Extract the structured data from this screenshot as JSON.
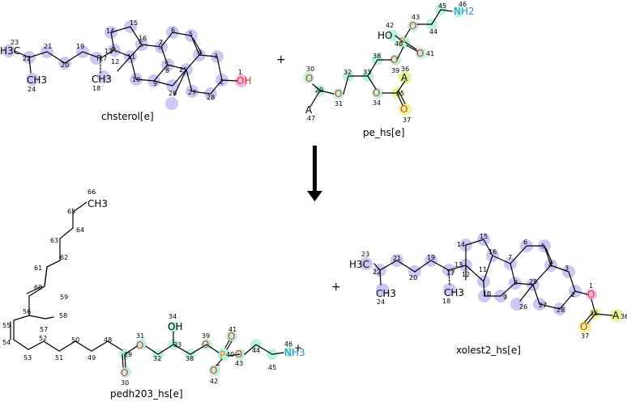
{
  "reaction": {
    "plus_sign": "+",
    "reactants": [
      {
        "id": "chsterol[e]",
        "name": "chsterol[e]",
        "labels": {
          "h3c": "H3C",
          "ch3_24": "CH3",
          "ch3_18": "CH3",
          "oh": "OH",
          "s16": "S",
          "s7": "S",
          "s8": "S",
          "r13": "R",
          "r17": "R"
        },
        "atom_numbers": [
          "1",
          "2",
          "3",
          "4",
          "5",
          "6",
          "7",
          "8",
          "9",
          "10",
          "11",
          "12",
          "13",
          "14",
          "15",
          "16",
          "17",
          "18",
          "19",
          "20",
          "21",
          "22",
          "23",
          "24",
          "25",
          "26",
          "27",
          "28"
        ]
      },
      {
        "id": "pe_hs[e]",
        "name": "pe_hs[e]",
        "labels": {
          "ho": "HO",
          "nh2": "NH2",
          "p": "P",
          "o": "O",
          "a36": "A",
          "a47": "A"
        },
        "atom_numbers": [
          "29",
          "30",
          "31",
          "32",
          "33",
          "34",
          "35",
          "36",
          "37",
          "38",
          "39",
          "40",
          "41",
          "42",
          "43",
          "44",
          "45",
          "46",
          "47"
        ]
      }
    ],
    "products": [
      {
        "id": "pedh203_hs[e]",
        "name": "pedh203_hs[e]",
        "labels": {
          "ch3_66": "CH3",
          "oh": "OH",
          "nh3": "NH3",
          "plus": "+",
          "p": "P",
          "minus": "-",
          "o": "O"
        },
        "atom_numbers": [
          "29",
          "30",
          "31",
          "32",
          "33",
          "34",
          "38",
          "39",
          "40",
          "41",
          "42",
          "43",
          "44",
          "45",
          "46",
          "48",
          "49",
          "50",
          "51",
          "52",
          "53",
          "54",
          "55",
          "56",
          "57",
          "58",
          "59",
          "60",
          "61",
          "62",
          "63",
          "64",
          "65",
          "66"
        ]
      },
      {
        "id": "xolest2_hs[e]",
        "name": "xolest2_hs[e]",
        "labels": {
          "h3c": "H3C",
          "ch3_24": "CH3",
          "ch3_18": "CH3",
          "o": "O",
          "a36": "A"
        },
        "atom_numbers": [
          "1",
          "2",
          "3",
          "4",
          "5",
          "6",
          "7",
          "8",
          "9",
          "10",
          "11",
          "12",
          "13",
          "14",
          "15",
          "16",
          "17",
          "18",
          "19",
          "20",
          "21",
          "22",
          "23",
          "24",
          "25",
          "26",
          "27",
          "28",
          "35",
          "36",
          "37"
        ]
      }
    ]
  }
}
